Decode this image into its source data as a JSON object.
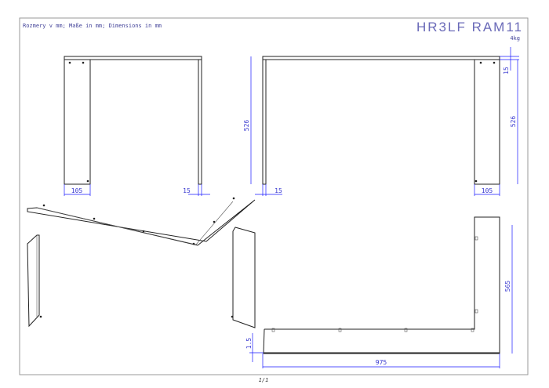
{
  "header": {
    "units_note": "Rozmery v mm; Maße in mm; Dimensions in mm",
    "title": "HR3LF RAM11",
    "weight": "4kg"
  },
  "front_view": {
    "dims": {
      "leg_width": "105",
      "right_thickness": "15"
    }
  },
  "side_view": {
    "dims": {
      "height_left": "526",
      "height_right": "526",
      "top_thickness": "15",
      "left_thickness": "15",
      "leg_width": "105"
    }
  },
  "plan_view": {
    "dims": {
      "depth": "565",
      "length": "975",
      "thickness": "1.5"
    }
  },
  "footer": {
    "page": "1/1"
  },
  "colors": {
    "dimension": "#1a1aff",
    "line": "#222222"
  }
}
